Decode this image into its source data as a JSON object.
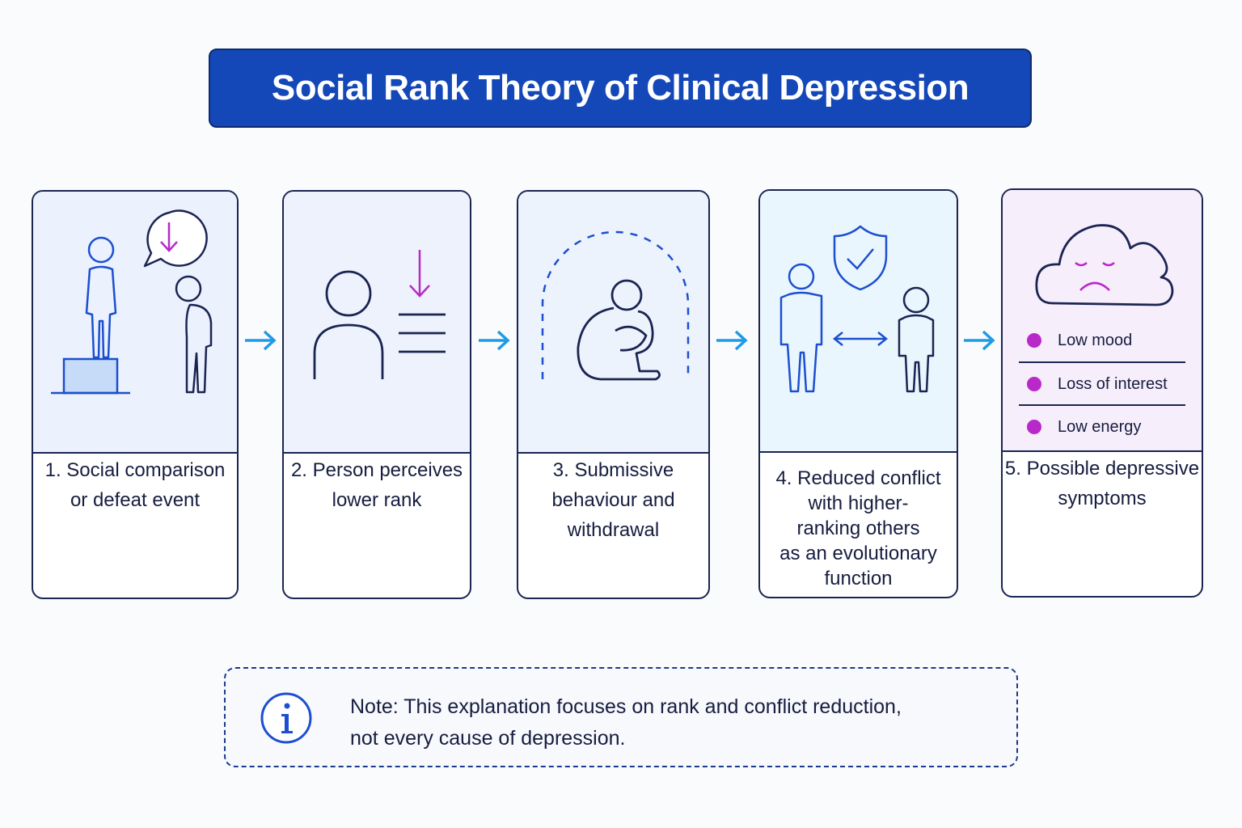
{
  "title": "Social Rank Theory of Clinical Depression",
  "colors": {
    "title_bg": "#1447b8",
    "outline": "#1a2552",
    "icon_blue": "#1c4fd0",
    "accent_purple": "#b929c9",
    "arrow_blue": "#1e9be6"
  },
  "steps": [
    {
      "caption": [
        "1. Social comparison",
        "or defeat event"
      ],
      "icon": "person-on-podium-and-small-person-icon"
    },
    {
      "caption": [
        "2. Person perceives",
        "lower rank"
      ],
      "icon": "person-with-down-arrow-icon"
    },
    {
      "caption": [
        "3. Submissive",
        "behaviour and",
        "withdrawal"
      ],
      "icon": "crouching-person-icon"
    },
    {
      "caption": [
        "4. Reduced conflict",
        "with higher-",
        "ranking others",
        "as an evolutionary",
        "function"
      ],
      "icon": "shield-check-icon"
    },
    {
      "caption": [
        "5. Possible depressive",
        "symptoms"
      ],
      "icon": "sad-cloud-icon",
      "symptoms": [
        "Low mood",
        "Loss of interest",
        "Low energy"
      ]
    }
  ],
  "note": {
    "icon": "info-icon",
    "lines": [
      "Note: This explanation focuses on rank and conflict reduction,",
      "not every cause of depression."
    ]
  }
}
